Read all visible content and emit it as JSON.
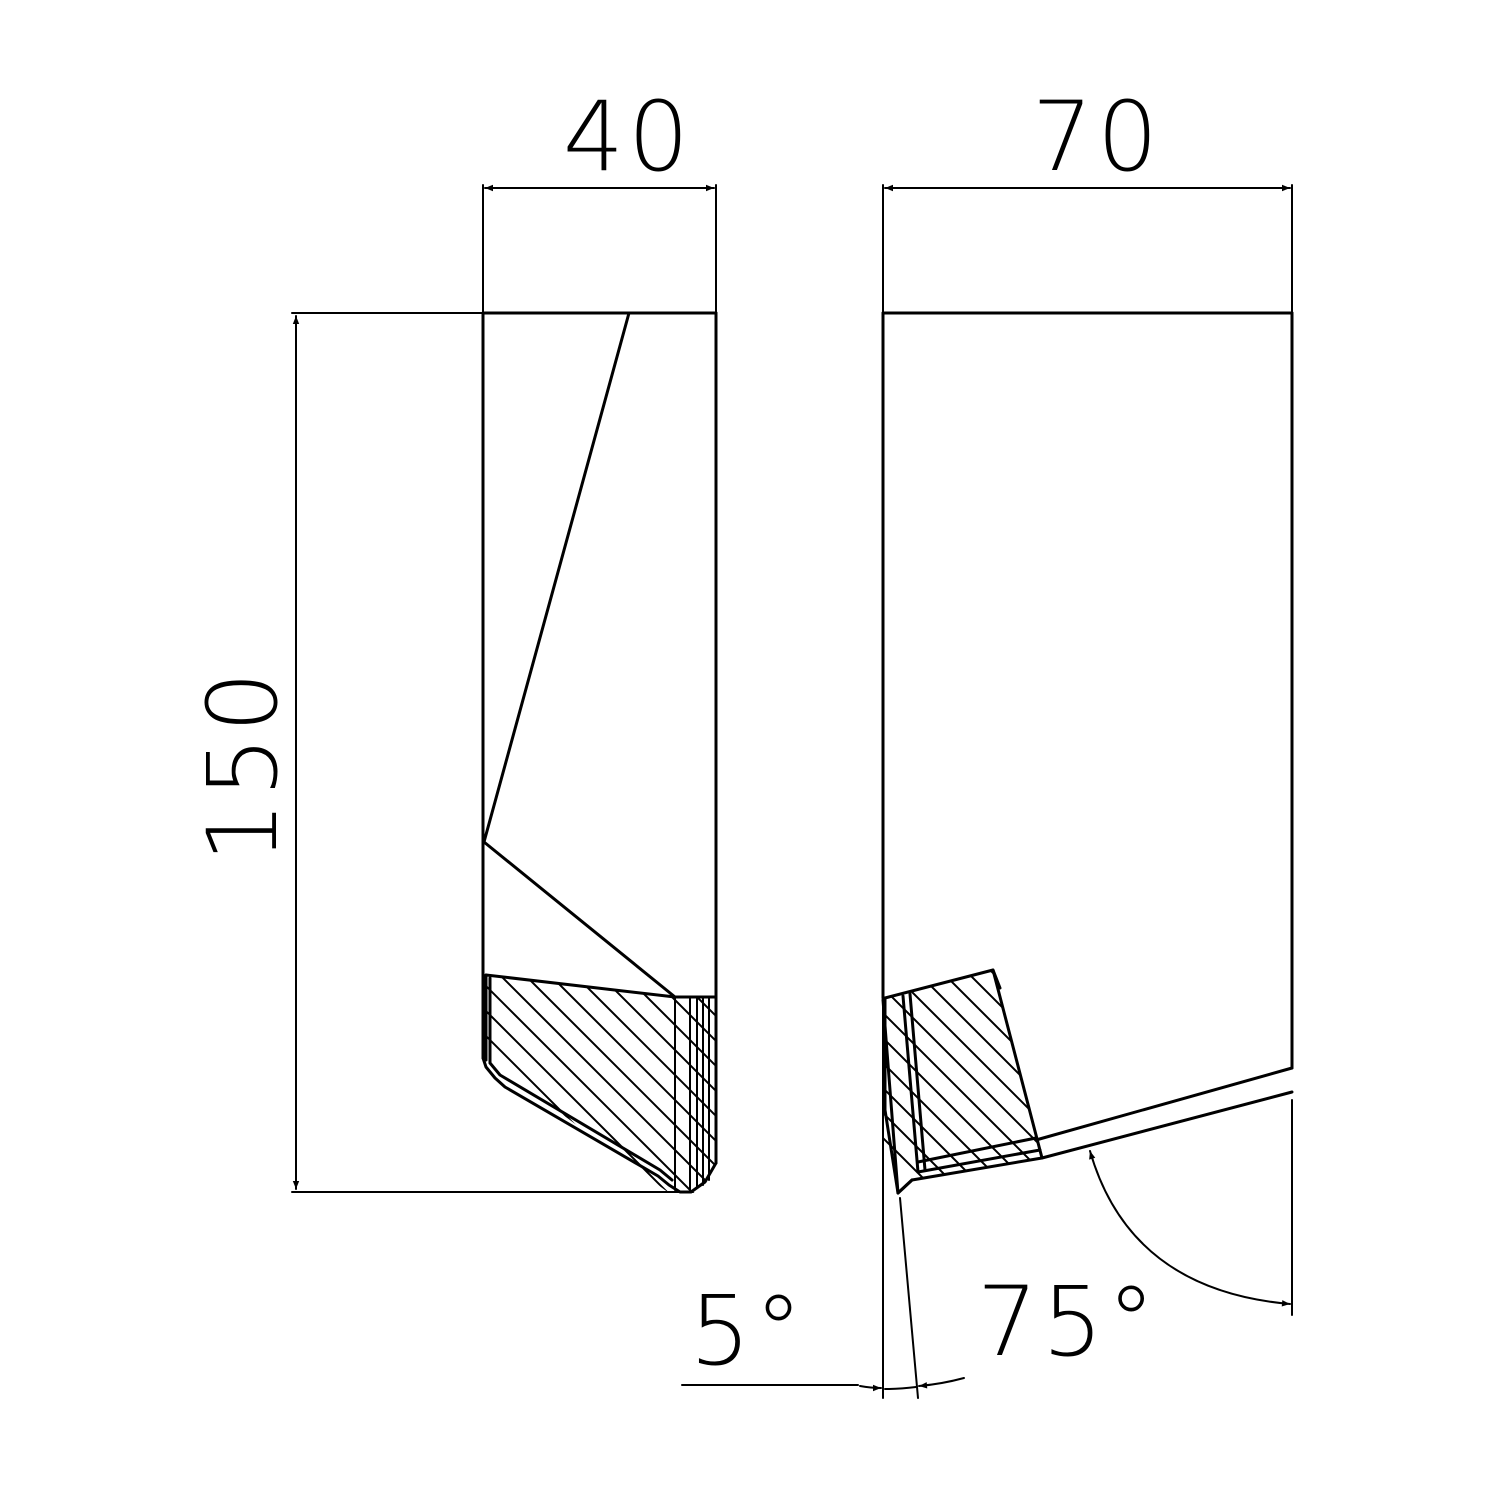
{
  "dimensions": {
    "width_side": "40",
    "width_front": "70",
    "height": "150",
    "clearance_angle": "5°",
    "lead_angle": "75°"
  },
  "colors": {
    "line": "#000000",
    "background": "#ffffff"
  }
}
